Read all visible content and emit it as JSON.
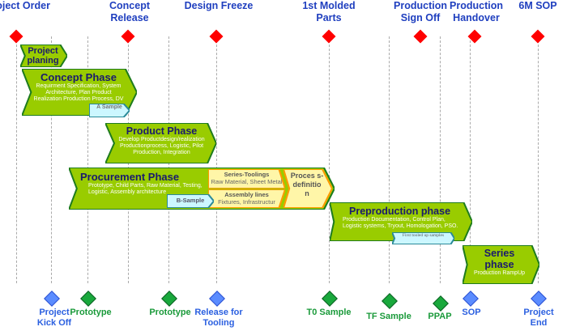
{
  "milestones_top": [
    {
      "label": "Project Order"
    },
    {
      "label": "Concept Release"
    },
    {
      "label": "Design Freeze"
    },
    {
      "label": "1st Molded Parts"
    },
    {
      "label": "Production Sign Off"
    },
    {
      "label": "Production Handover"
    },
    {
      "label": "6M SOP"
    }
  ],
  "phases": {
    "planning": {
      "title": "Project planing"
    },
    "concept": {
      "title": "Concept Phase",
      "desc": "Requirment Specification, System Architecture, Plan Product Realization Production Process, DV"
    },
    "a_sample": {
      "label": "A Sample"
    },
    "product": {
      "title": "Product Phase",
      "desc": "Develop Productdesign/realization Productionprocess, Logistic, Pilot Production, Integration"
    },
    "procurement": {
      "title": "Procurement Phase",
      "desc": "Prototype, Child Parts, Raw Material, Testing, Logistic, Assembly architecture"
    },
    "b_sample": {
      "label": "B-Sample"
    },
    "series_tooling": {
      "title": "Series-Toolings",
      "desc": "Raw Material, Sheet Metal"
    },
    "assembly_lines": {
      "title": "Assembly lines",
      "desc": "Fixtures, Infrastructur"
    },
    "process_def": {
      "title": "Proces s-definitio n"
    },
    "preproduction": {
      "title": "Preproduction phase",
      "desc": "Production Documentation, Control Plan, Logistic systems, Tryout, Homologation, PSO."
    },
    "first_tooled": {
      "label": "First tooled up samples"
    },
    "series": {
      "title": "Series phase",
      "desc": "Production RampUp"
    }
  },
  "milestones_bottom": [
    {
      "label": "Project Kick Off",
      "type": "blue"
    },
    {
      "label": "Prototype",
      "type": "green"
    },
    {
      "label": "Prototype",
      "type": "green"
    },
    {
      "label": "Release for Tooling",
      "type": "blue"
    },
    {
      "label": "T0 Sample",
      "type": "green"
    },
    {
      "label": "TF Sample",
      "type": "green"
    },
    {
      "label": "PPAP",
      "type": "green"
    },
    {
      "label": "SOP",
      "type": "blue"
    },
    {
      "label": "Project End",
      "type": "blue"
    }
  ],
  "colors": {
    "phase_green": "#99cc00",
    "phase_border": "#1e7b1e",
    "sample_fill": "#ccf7ff",
    "sample_border": "#2a8a99",
    "yellow": "#fff6a8",
    "orange": "#ff9900",
    "red": "#ff0000",
    "blue": "#5b8cff",
    "milestone_green": "#19a83c"
  }
}
